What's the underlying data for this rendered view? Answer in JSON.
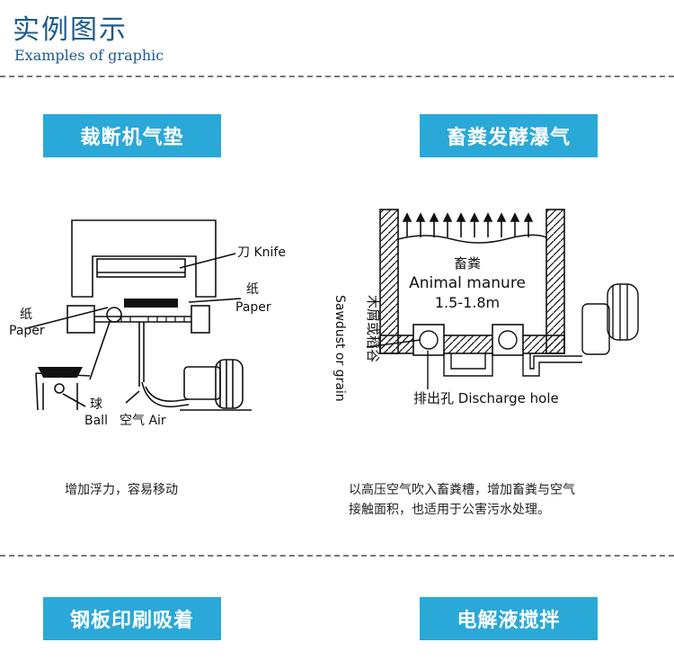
{
  "header": {
    "title": "实例图示",
    "subtitle": "Examples of graphic"
  },
  "section1": {
    "banner_left": "裁断机气垫",
    "banner_right": "畜粪发酵瀑气",
    "caption_left": "增加浮力，容易移动",
    "caption_right_line1": "以高压空气吹入畜粪槽，增加畜粪与空气",
    "caption_right_line2": "接触面积，也适用于公害污水处理。"
  },
  "diagram_left": {
    "knife": "刀 Knife",
    "paper_zh": "纸",
    "paper_en": "Paper",
    "paper2_zh": "纸",
    "paper2_en": "Paper",
    "ball_zh": "球",
    "ball_en": "Ball",
    "air": "空气 Air"
  },
  "diagram_right": {
    "manure_zh": "畜粪",
    "manure_en": "Animal manure",
    "depth": "1.5-1.8m",
    "sawdust_zh": "木屑或稻谷",
    "sawdust_en": "Sawdust or grain",
    "discharge": "排出孔 Discharge hole"
  },
  "section2": {
    "banner_left": "钢板印刷吸着",
    "banner_right": "电解液搅拌"
  },
  "colors": {
    "accent": "#2aa8d8",
    "title": "#1c5a8e"
  }
}
